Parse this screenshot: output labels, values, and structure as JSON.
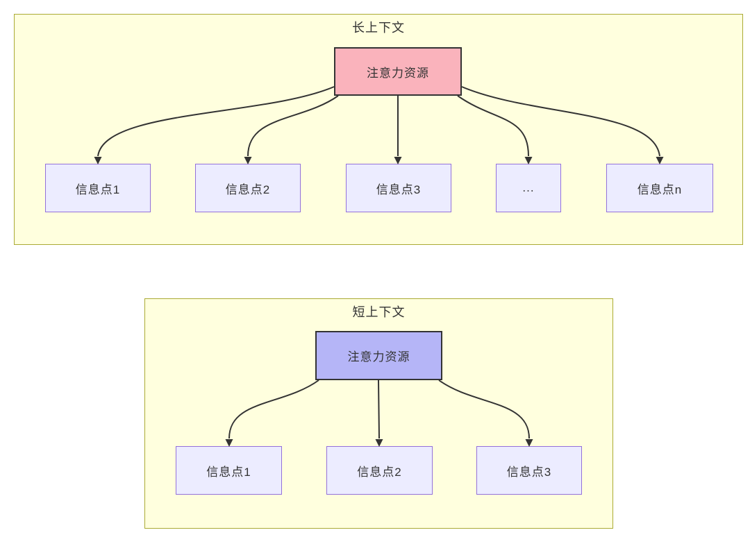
{
  "colors": {
    "cluster_fill": "#ffffde",
    "cluster_border": "#aaaa33",
    "node_fill": "#ececff",
    "node_border": "#9370db",
    "long_attention_fill": "#fab3bc",
    "short_attention_fill": "#b5b5f7",
    "attention_border": "#333333",
    "edge_color": "#333333",
    "text_color": "#333333"
  },
  "long": {
    "title": "长上下文",
    "attention": "注意力资源",
    "points": [
      "信息点1",
      "信息点2",
      "信息点3",
      "...",
      "信息点n"
    ]
  },
  "short": {
    "title": "短上下文",
    "attention": "注意力资源",
    "points": [
      "信息点1",
      "信息点2",
      "信息点3"
    ]
  }
}
